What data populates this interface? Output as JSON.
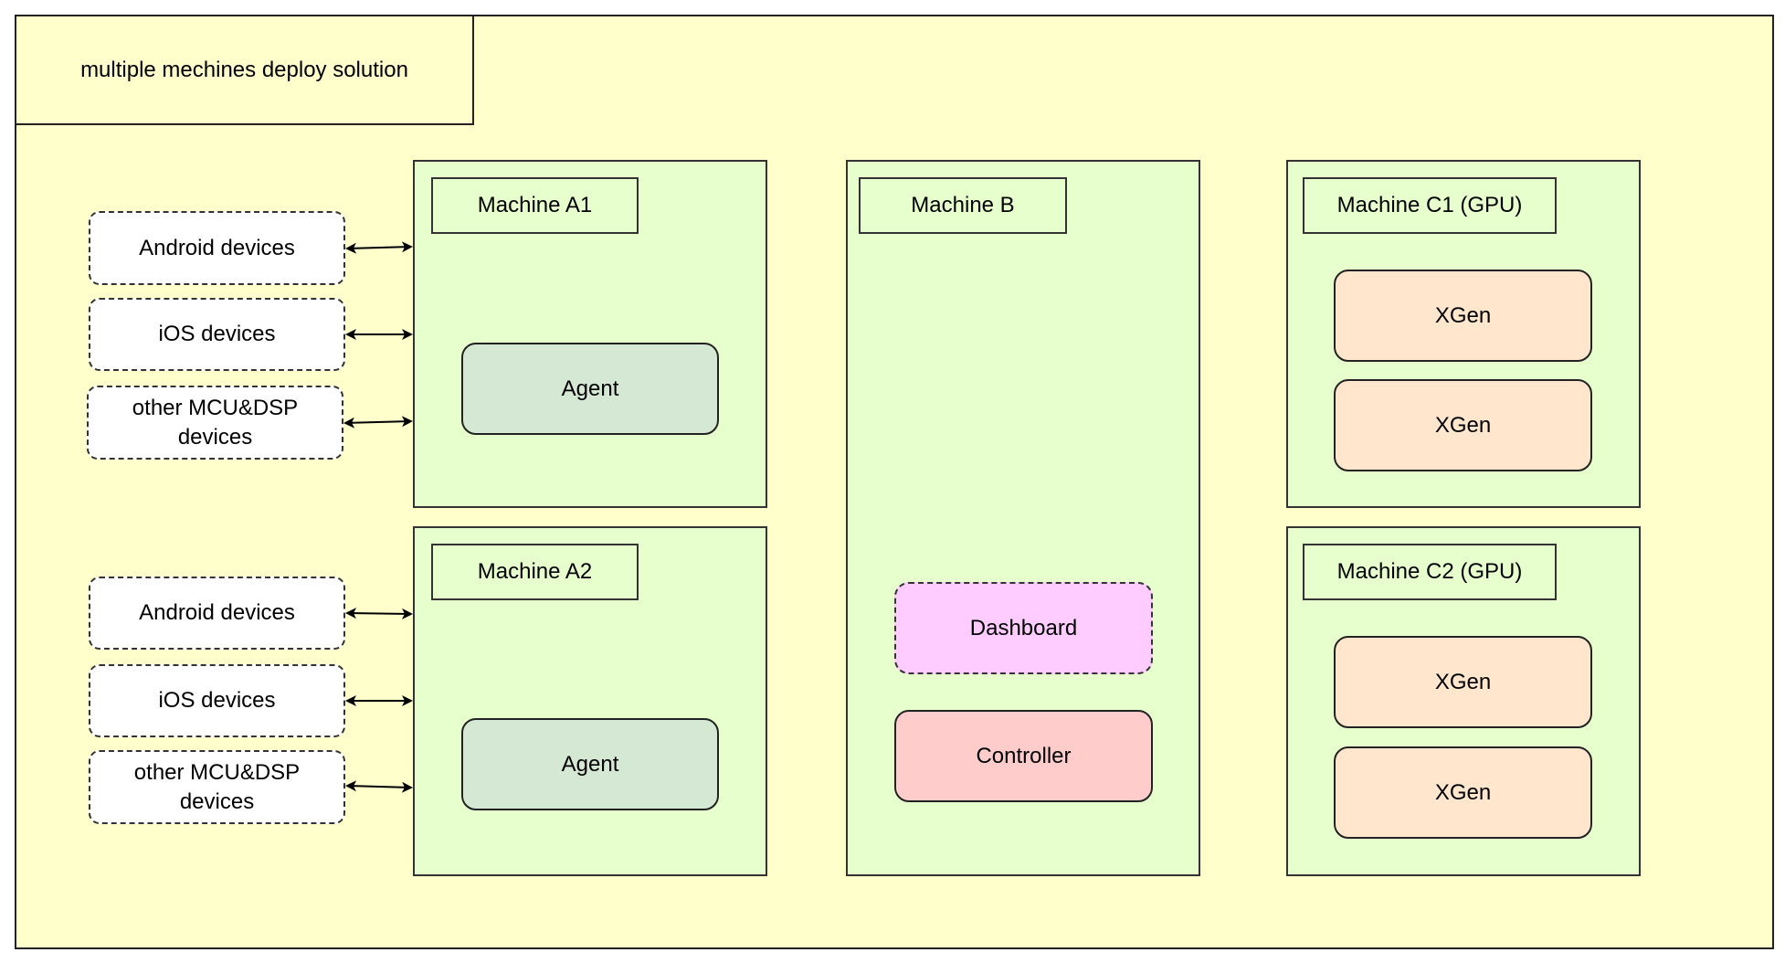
{
  "title": "multiple mechines deploy solution",
  "machines": {
    "a1": {
      "label": "Machine A1",
      "agent": "Agent"
    },
    "a2": {
      "label": "Machine A2",
      "agent": "Agent"
    },
    "b": {
      "label": "Machine B",
      "dashboard": "Dashboard",
      "controller": "Controller"
    },
    "c1": {
      "label": "Machine C1 (GPU)",
      "xgen": [
        "XGen",
        "XGen"
      ]
    },
    "c2": {
      "label": "Machine C2 (GPU)",
      "xgen": [
        "XGen",
        "XGen"
      ]
    }
  },
  "devices_a1": [
    "Android devices",
    "iOS devices",
    "other MCU&DSP devices"
  ],
  "devices_a2": [
    "Android devices",
    "iOS devices",
    "other MCU&DSP devices"
  ],
  "colors": {
    "background": "#ffffcc",
    "machine": "#e6ffcc",
    "agent": "#d5e8d4",
    "xgen": "#ffe6cc",
    "dashboard": "#ffccff",
    "controller": "#ffcccc"
  }
}
